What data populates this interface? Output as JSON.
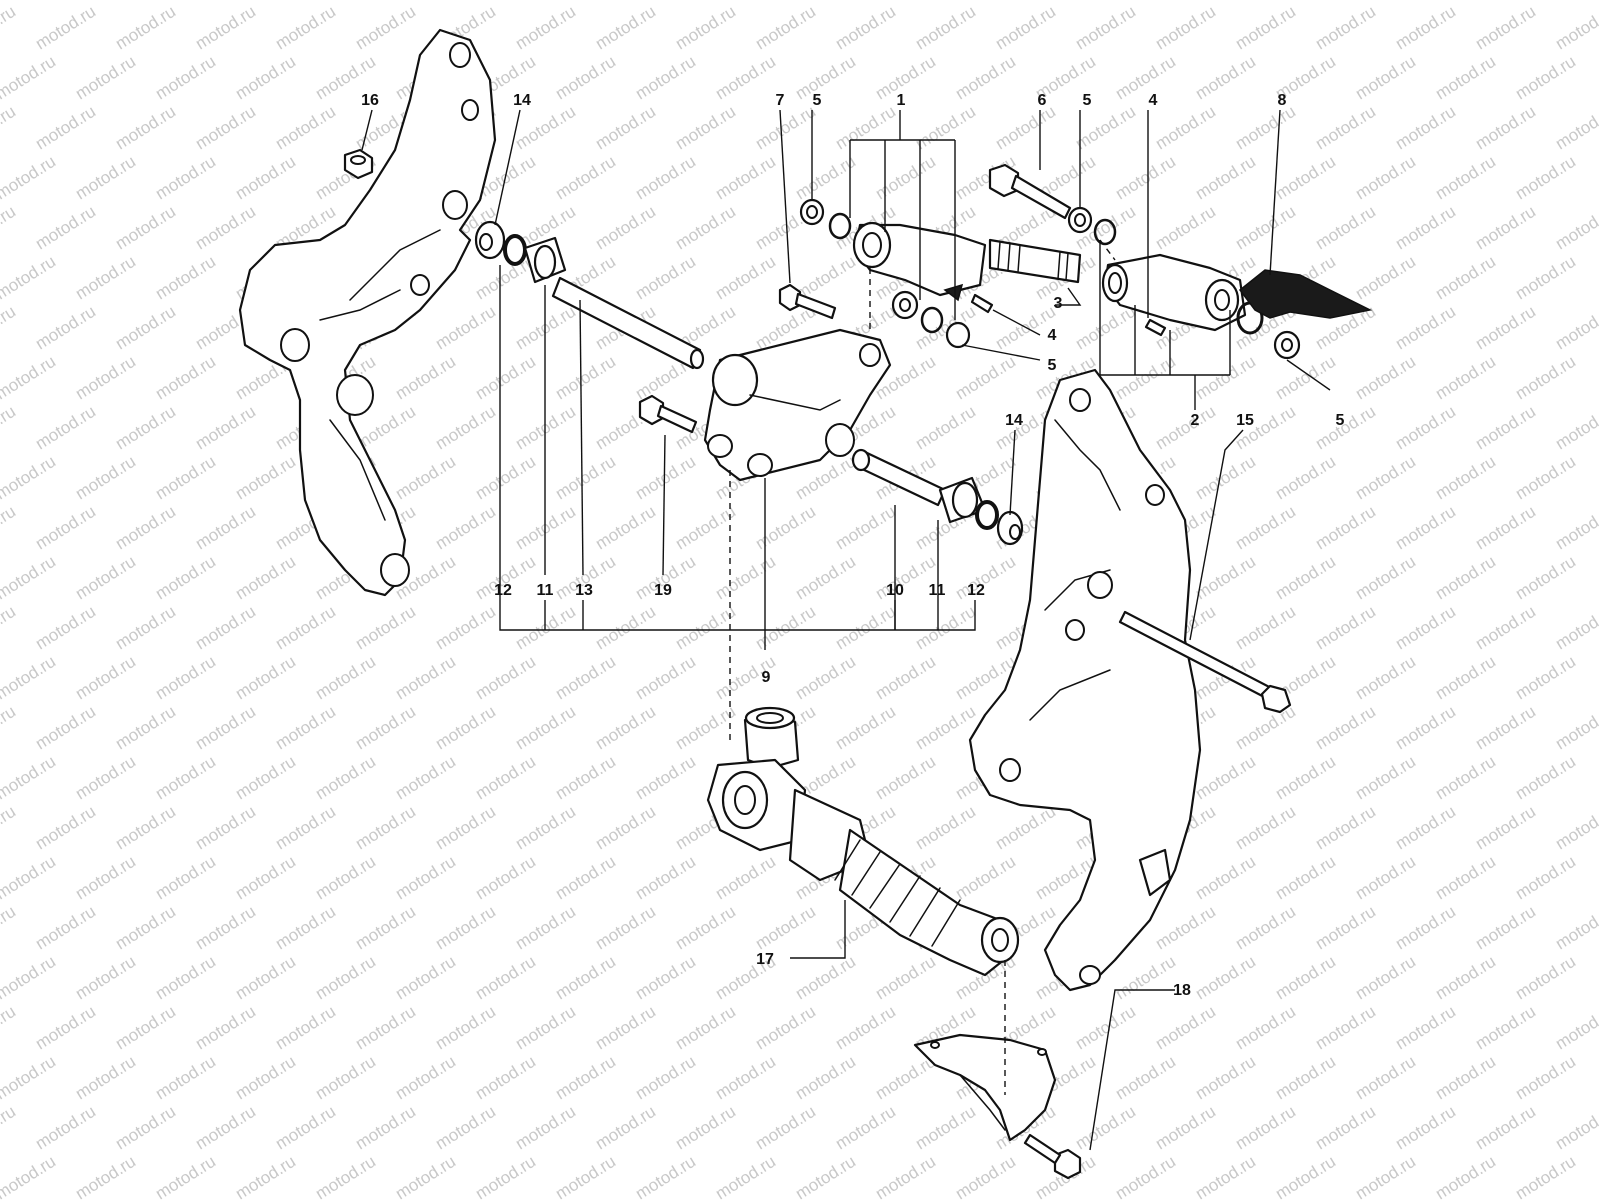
{
  "watermark": "motod.ru",
  "labels": [
    {
      "id": "16",
      "text": "16"
    },
    {
      "id": "14a",
      "text": "14"
    },
    {
      "id": "7",
      "text": "7"
    },
    {
      "id": "5a",
      "text": "5"
    },
    {
      "id": "1",
      "text": "1"
    },
    {
      "id": "6",
      "text": "6"
    },
    {
      "id": "5b",
      "text": "5"
    },
    {
      "id": "4a",
      "text": "4"
    },
    {
      "id": "8",
      "text": "8"
    },
    {
      "id": "3",
      "text": "3"
    },
    {
      "id": "4b",
      "text": "4"
    },
    {
      "id": "5c",
      "text": "5"
    },
    {
      "id": "2",
      "text": "2"
    },
    {
      "id": "15",
      "text": "15"
    },
    {
      "id": "5d",
      "text": "5"
    },
    {
      "id": "14b",
      "text": "14"
    },
    {
      "id": "12a",
      "text": "12"
    },
    {
      "id": "11a",
      "text": "11"
    },
    {
      "id": "13",
      "text": "13"
    },
    {
      "id": "19",
      "text": "19"
    },
    {
      "id": "10",
      "text": "10"
    },
    {
      "id": "11b",
      "text": "11"
    },
    {
      "id": "12b",
      "text": "12"
    },
    {
      "id": "9",
      "text": "9"
    },
    {
      "id": "17",
      "text": "17"
    },
    {
      "id": "18",
      "text": "18"
    }
  ]
}
